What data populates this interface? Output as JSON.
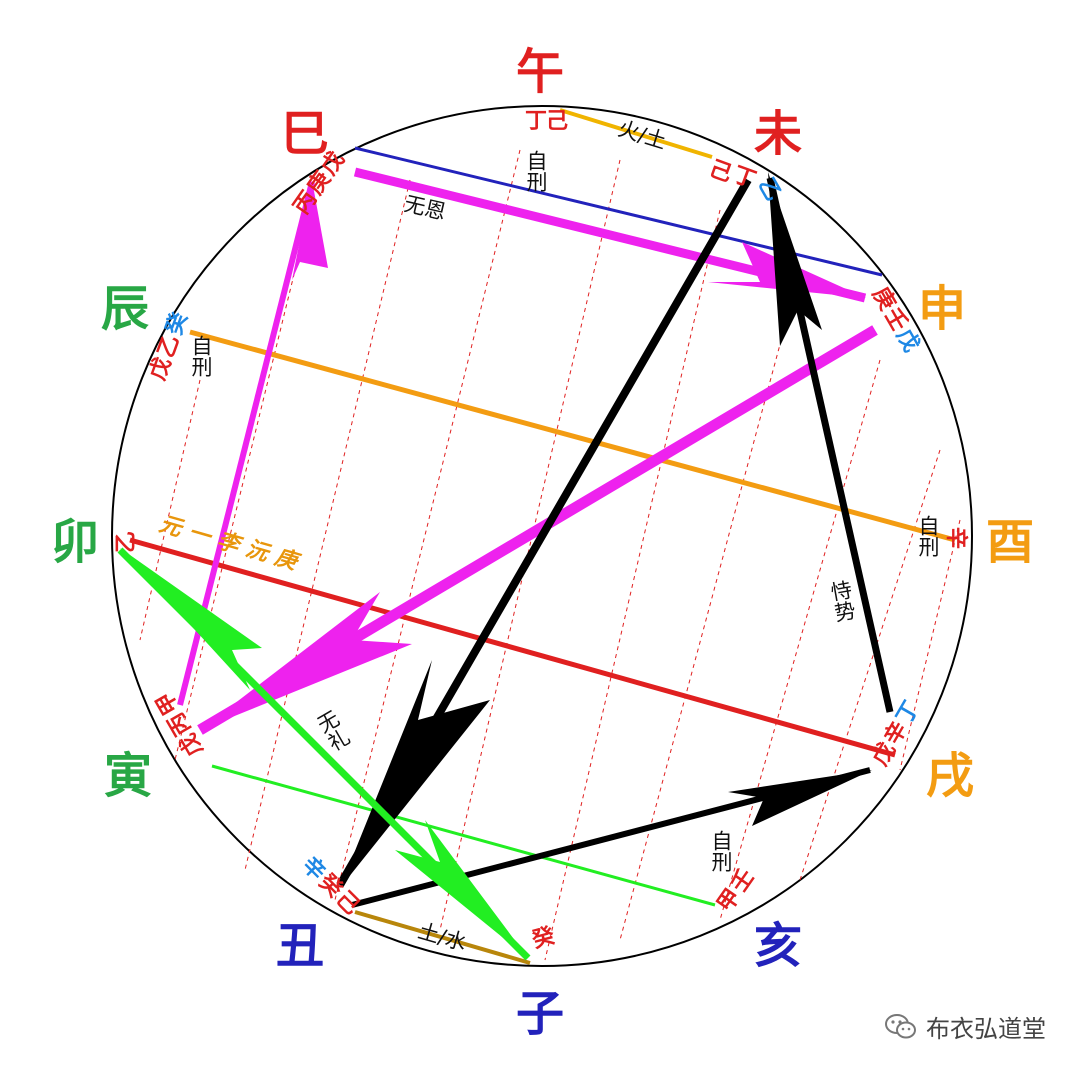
{
  "colors": {
    "red": "#e02020",
    "orange": "#f39c12",
    "green": "#28a745",
    "blue": "#2222bb",
    "lightblue": "#1e88e5",
    "magenta": "#ee22ee",
    "black": "#000000",
    "brightgreen": "#22ee22"
  },
  "branches": {
    "wu": "午",
    "wei": "未",
    "shen": "申",
    "you": "酉",
    "xu": "戌",
    "hai": "亥",
    "zi": "子",
    "chou": "丑",
    "yin": "寅",
    "mao": "卯",
    "chen": "辰",
    "si": "巳"
  },
  "stems": {
    "wu_ding": "丁",
    "wu_ji": "己",
    "wei_ji": "己",
    "wei_ding": "丁",
    "wei_yi": "乙",
    "si_bing": "丙",
    "si_geng": "庚",
    "si_wu": "戊",
    "shen_geng": "庚",
    "shen_ren": "壬",
    "shen_wu": "戊",
    "chen_wu": "戊",
    "chen_yi": "乙",
    "chen_gui": "癸",
    "you_xin": "辛",
    "mao_yi": "乙",
    "yin_wu": "戊",
    "yin_bing": "丙",
    "yin_jia": "甲",
    "xu_wu": "戊",
    "xu_xin": "辛",
    "xu_ding": "丁",
    "hai_jia": "甲",
    "hai_ren": "壬",
    "chou_xin": "辛",
    "chou_gui": "癸",
    "chou_ji": "己",
    "zi_gui": "癸"
  },
  "notes": {
    "zixing": "自刑",
    "huotu": "火/土",
    "tushui": "土/水",
    "wuen": "无恩",
    "wuli": "无礼",
    "shishi": "恃势"
  },
  "author": "元一李沅庚",
  "watermark": "布衣弘道堂"
}
